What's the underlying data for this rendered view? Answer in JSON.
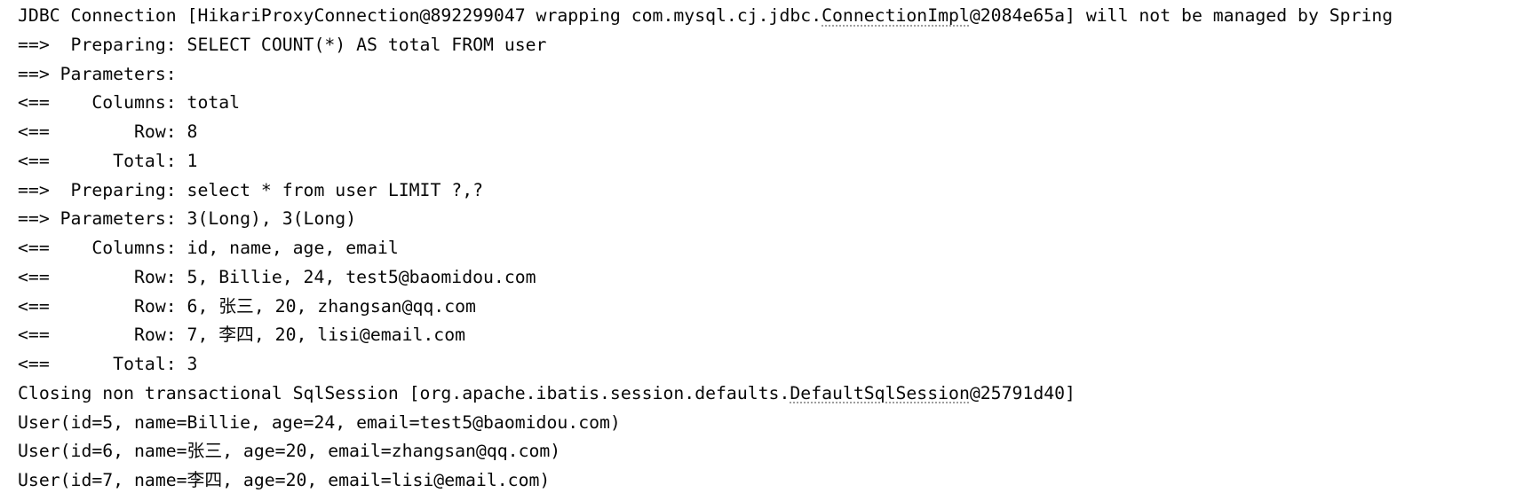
{
  "console": {
    "background_color": "#ffffff",
    "text_color": "#080808",
    "underline_color": "#9e9e9e",
    "lines": [
      {
        "segments": [
          {
            "text": "JDBC Connection [HikariProxyConnection@892299047 wrapping com.mysql.cj.jdbc.",
            "underline": false
          },
          {
            "text": "ConnectionImpl",
            "underline": true
          },
          {
            "text": "@2084e65a] will not be managed by Spring",
            "underline": false
          }
        ]
      },
      {
        "segments": [
          {
            "text": "==>  Preparing: SELECT COUNT(*) AS total FROM user",
            "underline": false
          }
        ]
      },
      {
        "segments": [
          {
            "text": "==> Parameters: ",
            "underline": false
          }
        ]
      },
      {
        "segments": [
          {
            "text": "<==    Columns: total",
            "underline": false
          }
        ]
      },
      {
        "segments": [
          {
            "text": "<==        Row: 8",
            "underline": false
          }
        ]
      },
      {
        "segments": [
          {
            "text": "<==      Total: 1",
            "underline": false
          }
        ]
      },
      {
        "segments": [
          {
            "text": "==>  Preparing: select * from user LIMIT ?,?",
            "underline": false
          }
        ]
      },
      {
        "segments": [
          {
            "text": "==> Parameters: 3(Long), 3(Long)",
            "underline": false
          }
        ]
      },
      {
        "segments": [
          {
            "text": "<==    Columns: id, name, age, email",
            "underline": false
          }
        ]
      },
      {
        "segments": [
          {
            "text": "<==        Row: 5, Billie, 24, test5@baomidou.com",
            "underline": false
          }
        ]
      },
      {
        "segments": [
          {
            "text": "<==        Row: 6, 张三, 20, zhangsan@qq.com",
            "underline": false
          }
        ]
      },
      {
        "segments": [
          {
            "text": "<==        Row: 7, 李四, 20, lisi@email.com",
            "underline": false
          }
        ]
      },
      {
        "segments": [
          {
            "text": "<==      Total: 3",
            "underline": false
          }
        ]
      },
      {
        "segments": [
          {
            "text": "Closing non transactional SqlSession [org.apache.ibatis.session.defaults.",
            "underline": false
          },
          {
            "text": "DefaultSqlSession",
            "underline": true
          },
          {
            "text": "@25791d40]",
            "underline": false
          }
        ]
      },
      {
        "segments": [
          {
            "text": "User(id=5, name=Billie, age=24, email=test5@baomidou.com)",
            "underline": false
          }
        ]
      },
      {
        "segments": [
          {
            "text": "User(id=6, name=张三, age=20, email=zhangsan@qq.com)",
            "underline": false
          }
        ]
      },
      {
        "segments": [
          {
            "text": "User(id=7, name=李四, age=20, email=lisi@email.com)",
            "underline": false
          }
        ]
      }
    ]
  }
}
